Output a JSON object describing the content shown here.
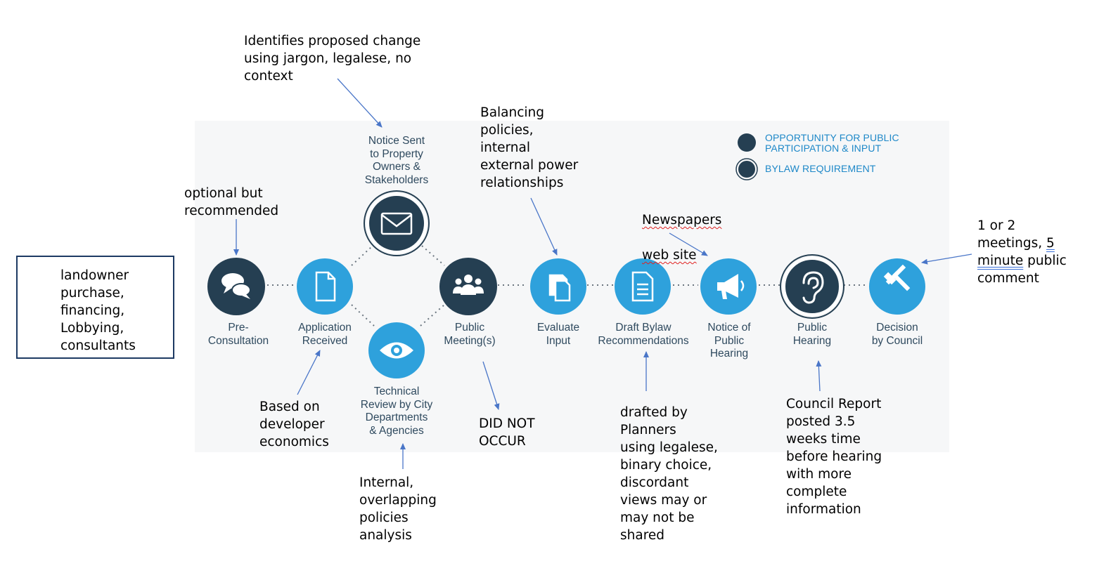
{
  "colors": {
    "dark": "#253f52",
    "light": "#2ea1dc",
    "arrow": "#4a76c8",
    "label": "#2f4a5f",
    "legend": "#1e88c8"
  },
  "legend": {
    "opportunity": "OPPORTUNITY FOR PUBLIC\nPARTICIPATION & INPUT",
    "bylaw": "BYLAW REQUIREMENT"
  },
  "steps": {
    "pre_consultation": {
      "label": "Pre-\nConsultation",
      "icon": "speech-bubbles-icon"
    },
    "application_received": {
      "label": "Application\nReceived",
      "icon": "document-icon"
    },
    "notice_sent": {
      "label": "Notice Sent\nto Property\nOwners &\nStakeholders",
      "icon": "envelope-icon"
    },
    "technical_review": {
      "label": "Technical\nReview by City\nDepartments\n& Agencies",
      "icon": "eye-icon"
    },
    "public_meetings": {
      "label": "Public\nMeeting(s)",
      "icon": "people-icon"
    },
    "evaluate_input": {
      "label": "Evaluate\nInput",
      "icon": "copy-documents-icon"
    },
    "draft_bylaw": {
      "label": "Draft Bylaw\nRecommendations",
      "icon": "text-document-icon"
    },
    "notice_public_hearing": {
      "label": "Notice of\nPublic\nHearing",
      "icon": "megaphone-icon"
    },
    "public_hearing": {
      "label": "Public\nHearing",
      "icon": "ear-icon"
    },
    "decision_council": {
      "label": "Decision\nby Council",
      "icon": "gavel-icon"
    }
  },
  "annotations": {
    "landowner": "landowner\npurchase,\nfinancing,\nLobbying,\nconsultants",
    "optional": "optional but\nrecommended",
    "identifies": "Identifies proposed change\nusing jargon, legalese, no\ncontext",
    "balancing": "Balancing\npolicies,\ninternal\nexternal power\nrelationships",
    "newspapers_1": "Newspapers",
    "newspapers_2": "web site",
    "meetings_a": "1 or 2\nmeetings, ",
    "meetings_b": "5",
    "meetings_c": "minute",
    "meetings_d": " public\ncomment",
    "based_on": "Based on\ndeveloper\neconomics",
    "internal": "Internal,\noverlapping\npolicies\nanalysis",
    "did_not": "DID NOT\nOCCUR",
    "drafted": "drafted by\nPlanners\nusing legalese,\nbinary choice,\ndiscordant\nviews may or\nmay not be\nshared",
    "council_report": "Council Report\nposted 3.5\nweeks time\nbefore hearing\nwith more\ncomplete\ninformation"
  }
}
